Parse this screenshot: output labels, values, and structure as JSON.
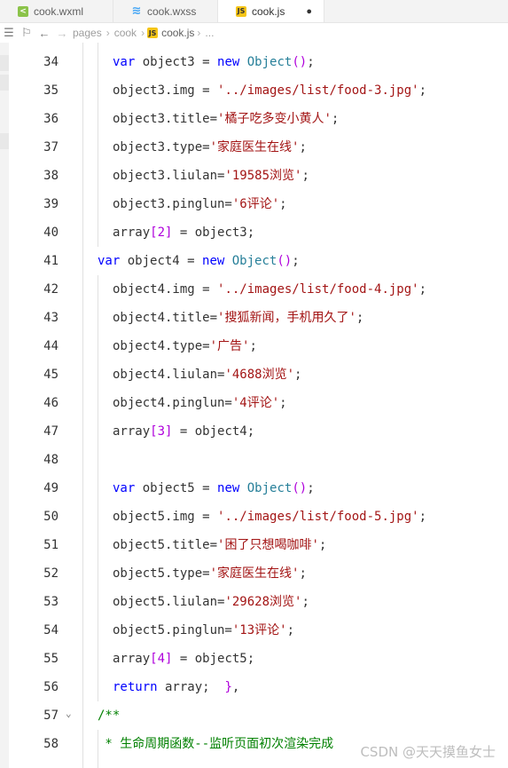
{
  "tabs": [
    {
      "label": "cook.wxml",
      "icon": "wxml-file-icon"
    },
    {
      "label": "cook.wxss",
      "icon": "css-file-icon"
    },
    {
      "label": "cook.js",
      "icon": "js-file-icon",
      "modified": true
    }
  ],
  "breadcrumb": {
    "items": [
      "pages",
      "cook",
      "cook.js",
      "..."
    ]
  },
  "lines": [
    {
      "num": "34",
      "indent": 1,
      "parts": [
        [
          "kw",
          "var"
        ],
        [
          "op",
          " object3 = "
        ],
        [
          "kw",
          "new"
        ],
        [
          "op",
          " "
        ],
        [
          "cls",
          "Object"
        ],
        [
          "br",
          "()"
        ],
        [
          "op",
          ";"
        ]
      ]
    },
    {
      "num": "35",
      "indent": 1,
      "parts": [
        [
          "op",
          "object3.img = "
        ],
        [
          "str",
          "'../images/list/food-3.jpg'"
        ],
        [
          "op",
          ";"
        ]
      ]
    },
    {
      "num": "36",
      "indent": 1,
      "parts": [
        [
          "op",
          "object3.title="
        ],
        [
          "str",
          "'橘子吃多变小黄人'"
        ],
        [
          "op",
          ";"
        ]
      ]
    },
    {
      "num": "37",
      "indent": 1,
      "parts": [
        [
          "op",
          "object3.type="
        ],
        [
          "str",
          "'家庭医生在线'"
        ],
        [
          "op",
          ";"
        ]
      ]
    },
    {
      "num": "38",
      "indent": 1,
      "parts": [
        [
          "op",
          "object3.liulan="
        ],
        [
          "str",
          "'19585浏览'"
        ],
        [
          "op",
          ";"
        ]
      ]
    },
    {
      "num": "39",
      "indent": 1,
      "parts": [
        [
          "op",
          "object3.pinglun="
        ],
        [
          "str",
          "'6评论'"
        ],
        [
          "op",
          ";"
        ]
      ]
    },
    {
      "num": "40",
      "indent": 1,
      "parts": [
        [
          "op",
          "array"
        ],
        [
          "br",
          "[2]"
        ],
        [
          "op",
          " = object3;"
        ]
      ]
    },
    {
      "num": "41",
      "indent": 0,
      "parts": [
        [
          "kw",
          "var"
        ],
        [
          "op",
          " object4 = "
        ],
        [
          "kw",
          "new"
        ],
        [
          "op",
          " "
        ],
        [
          "cls",
          "Object"
        ],
        [
          "br",
          "()"
        ],
        [
          "op",
          ";"
        ]
      ]
    },
    {
      "num": "42",
      "indent": 1,
      "parts": [
        [
          "op",
          "object4.img = "
        ],
        [
          "str",
          "'../images/list/food-4.jpg'"
        ],
        [
          "op",
          ";"
        ]
      ]
    },
    {
      "num": "43",
      "indent": 1,
      "parts": [
        [
          "op",
          "object4.title="
        ],
        [
          "str",
          "'搜狐新闻，手机用久了'"
        ],
        [
          "op",
          ";"
        ]
      ]
    },
    {
      "num": "44",
      "indent": 1,
      "parts": [
        [
          "op",
          "object4.type="
        ],
        [
          "str",
          "'广告'"
        ],
        [
          "op",
          ";"
        ]
      ]
    },
    {
      "num": "45",
      "indent": 1,
      "parts": [
        [
          "op",
          "object4.liulan="
        ],
        [
          "str",
          "'4688浏览'"
        ],
        [
          "op",
          ";"
        ]
      ]
    },
    {
      "num": "46",
      "indent": 1,
      "parts": [
        [
          "op",
          "object4.pinglun="
        ],
        [
          "str",
          "'4评论'"
        ],
        [
          "op",
          ";"
        ]
      ]
    },
    {
      "num": "47",
      "indent": 1,
      "parts": [
        [
          "op",
          "array"
        ],
        [
          "br",
          "[3]"
        ],
        [
          "op",
          " = object4;"
        ]
      ]
    },
    {
      "num": "48",
      "indent": 1,
      "parts": []
    },
    {
      "num": "49",
      "indent": 1,
      "parts": [
        [
          "kw",
          "var"
        ],
        [
          "op",
          " object5 = "
        ],
        [
          "kw",
          "new"
        ],
        [
          "op",
          " "
        ],
        [
          "cls",
          "Object"
        ],
        [
          "br",
          "()"
        ],
        [
          "op",
          ";"
        ]
      ]
    },
    {
      "num": "50",
      "indent": 1,
      "parts": [
        [
          "op",
          "object5.img = "
        ],
        [
          "str",
          "'../images/list/food-5.jpg'"
        ],
        [
          "op",
          ";"
        ]
      ]
    },
    {
      "num": "51",
      "indent": 1,
      "parts": [
        [
          "op",
          "object5.title="
        ],
        [
          "str",
          "'困了只想喝咖啡'"
        ],
        [
          "op",
          ";"
        ]
      ]
    },
    {
      "num": "52",
      "indent": 1,
      "parts": [
        [
          "op",
          "object5.type="
        ],
        [
          "str",
          "'家庭医生在线'"
        ],
        [
          "op",
          ";"
        ]
      ]
    },
    {
      "num": "53",
      "indent": 1,
      "parts": [
        [
          "op",
          "object5.liulan="
        ],
        [
          "str",
          "'29628浏览'"
        ],
        [
          "op",
          ";"
        ]
      ]
    },
    {
      "num": "54",
      "indent": 1,
      "parts": [
        [
          "op",
          "object5.pinglun="
        ],
        [
          "str",
          "'13评论'"
        ],
        [
          "op",
          ";"
        ]
      ]
    },
    {
      "num": "55",
      "indent": 1,
      "parts": [
        [
          "op",
          "array"
        ],
        [
          "br",
          "[4]"
        ],
        [
          "op",
          " = object5;"
        ]
      ]
    },
    {
      "num": "56",
      "indent": 1,
      "parts": [
        [
          "kw",
          "return"
        ],
        [
          "op",
          " array;  "
        ],
        [
          "br",
          "}"
        ],
        [
          "op",
          ","
        ]
      ]
    },
    {
      "num": "57",
      "indent": 0,
      "fold": true,
      "parts": [
        [
          "cm",
          "/**"
        ]
      ]
    },
    {
      "num": "58",
      "indent": 0,
      "parts": [
        [
          "cm",
          " * 生命周期函数--监听页面初次渲染完成"
        ]
      ]
    }
  ],
  "watermark": "CSDN @天天摸鱼女士"
}
